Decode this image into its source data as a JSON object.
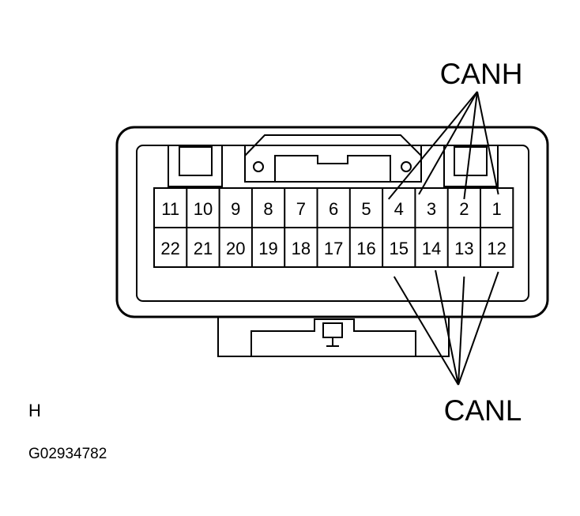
{
  "connector": {
    "pins_top_row": [
      "11",
      "10",
      "9",
      "8",
      "7",
      "6",
      "5",
      "4",
      "3",
      "2",
      "1"
    ],
    "pins_bottom_row": [
      "22",
      "21",
      "20",
      "19",
      "18",
      "17",
      "16",
      "15",
      "14",
      "13",
      "12"
    ]
  },
  "signals": {
    "canh": {
      "label": "CANH",
      "pins": [
        "4",
        "3",
        "2",
        "1"
      ]
    },
    "canl": {
      "label": "CANL",
      "pins": [
        "15",
        "14",
        "13",
        "12"
      ]
    }
  },
  "view_label": "H",
  "figure_code": "G02934782",
  "colors": {
    "line": "#000000",
    "background": "#ffffff"
  }
}
